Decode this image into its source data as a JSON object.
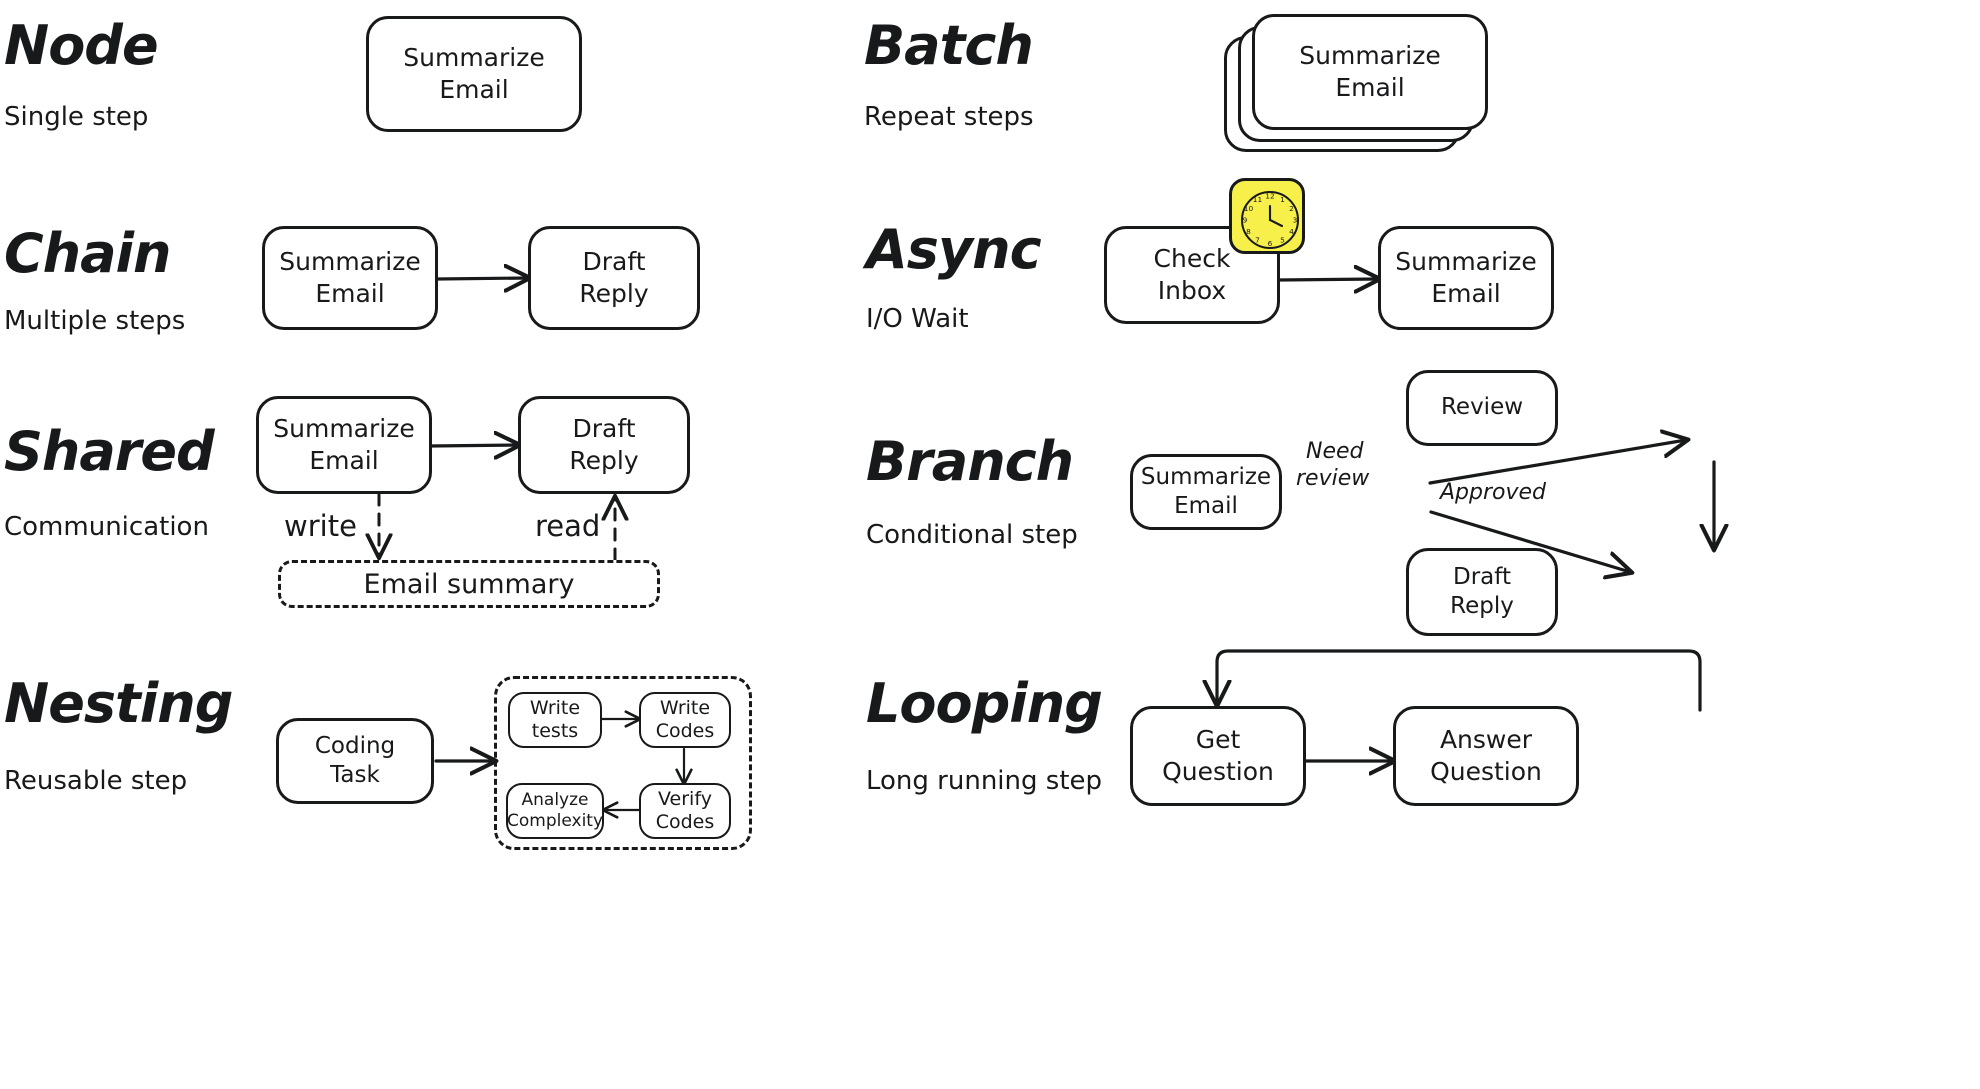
{
  "patterns": [
    {
      "id": "node",
      "title": "Node",
      "subtitle": "Single step",
      "nodes": [
        {
          "label": "Summarize\nEmail"
        }
      ]
    },
    {
      "id": "batch",
      "title": "Batch",
      "subtitle": "Repeat steps",
      "nodes": [
        {
          "label": "Summarize\nEmail"
        }
      ],
      "stack_count": 3
    },
    {
      "id": "chain",
      "title": "Chain",
      "subtitle": "Multiple steps",
      "nodes": [
        {
          "label": "Summarize\nEmail"
        },
        {
          "label": "Draft\nReply"
        }
      ],
      "edges": [
        {
          "from": "Summarize Email",
          "to": "Draft Reply",
          "label": ""
        }
      ]
    },
    {
      "id": "async",
      "title": "Async",
      "subtitle": "I/O Wait",
      "nodes": [
        {
          "label": "Check\nInbox"
        },
        {
          "label": "Summarize\nEmail"
        }
      ],
      "icon": "clock-icon",
      "clock": {
        "hour_numbers": [
          "12",
          "1",
          "2",
          "3",
          "4",
          "5",
          "6",
          "7",
          "8",
          "9",
          "10",
          "11"
        ],
        "color": "#f7ef4a"
      }
    },
    {
      "id": "shared",
      "title": "Shared",
      "subtitle": "Communication",
      "nodes": [
        {
          "label": "Summarize\nEmail"
        },
        {
          "label": "Draft\nReply"
        }
      ],
      "store": "Email summary",
      "edges": [
        {
          "label": "write",
          "direction": "down"
        },
        {
          "label": "read",
          "direction": "up"
        }
      ]
    },
    {
      "id": "branch",
      "title": "Branch",
      "subtitle": "Conditional step",
      "nodes": [
        {
          "label": "Summarize\nEmail"
        },
        {
          "label": "Review"
        },
        {
          "label": "Draft\nReply"
        }
      ],
      "edges": [
        {
          "label": "Need\nreview",
          "from": "Summarize Email",
          "to": "Review"
        },
        {
          "label": "Approved",
          "from": "Review",
          "to": "Draft Reply"
        },
        {
          "label": "",
          "from": "Summarize Email",
          "to": "Draft Reply"
        }
      ]
    },
    {
      "id": "nesting",
      "title": "Nesting",
      "subtitle": "Reusable step",
      "nodes": [
        {
          "label": "Coding\nTask"
        }
      ],
      "inner_nodes": [
        {
          "label": "Write\ntests"
        },
        {
          "label": "Write\nCodes"
        },
        {
          "label": "Verify\nCodes"
        },
        {
          "label": "Analyze\nComplexity"
        }
      ]
    },
    {
      "id": "looping",
      "title": "Looping",
      "subtitle": "Long running step",
      "nodes": [
        {
          "label": "Get\nQuestion"
        },
        {
          "label": "Answer\nQuestion"
        }
      ],
      "edges": [
        {
          "from": "Get Question",
          "to": "Answer Question",
          "label": ""
        },
        {
          "from": "Answer Question",
          "to": "Get Question",
          "label": "",
          "style": "loop-back"
        }
      ]
    }
  ],
  "labels": {
    "node_title": "Node",
    "node_sub": "Single step",
    "node_box": "Summarize\nEmail",
    "batch_title": "Batch",
    "batch_sub": "Repeat steps",
    "batch_box": "Summarize\nEmail",
    "chain_title": "Chain",
    "chain_sub": "Multiple steps",
    "chain_box1": "Summarize\nEmail",
    "chain_box2": "Draft\nReply",
    "async_title": "Async",
    "async_sub": "I/O Wait",
    "async_box1": "Check\nInbox",
    "async_box2": "Summarize\nEmail",
    "shared_title": "Shared",
    "shared_sub": "Communication",
    "shared_box1": "Summarize\nEmail",
    "shared_box2": "Draft\nReply",
    "shared_write": "write",
    "shared_read": "read",
    "shared_store": "Email summary",
    "branch_title": "Branch",
    "branch_sub": "Conditional step",
    "branch_box1": "Summarize\nEmail",
    "branch_box2": "Review",
    "branch_box3": "Draft\nReply",
    "branch_need": "Need",
    "branch_review": "review",
    "branch_approved": "Approved",
    "nesting_title": "Nesting",
    "nesting_sub": "Reusable step",
    "nesting_box": "Coding\nTask",
    "nesting_inner1": "Write\ntests",
    "nesting_inner2": "Write\nCodes",
    "nesting_inner3": "Verify\nCodes",
    "nesting_inner4": "Analyze\nComplexity",
    "looping_title": "Looping",
    "looping_sub": "Long running step",
    "looping_box1": "Get\nQuestion",
    "looping_box2": "Answer\nQuestion"
  },
  "clock_numbers": [
    "12",
    "1",
    "2",
    "3",
    "4",
    "5",
    "6",
    "7",
    "8",
    "9",
    "10",
    "11"
  ],
  "colors": {
    "ink": "#18191a",
    "background": "#ffffff",
    "clock_fill": "#f7ef4a"
  }
}
